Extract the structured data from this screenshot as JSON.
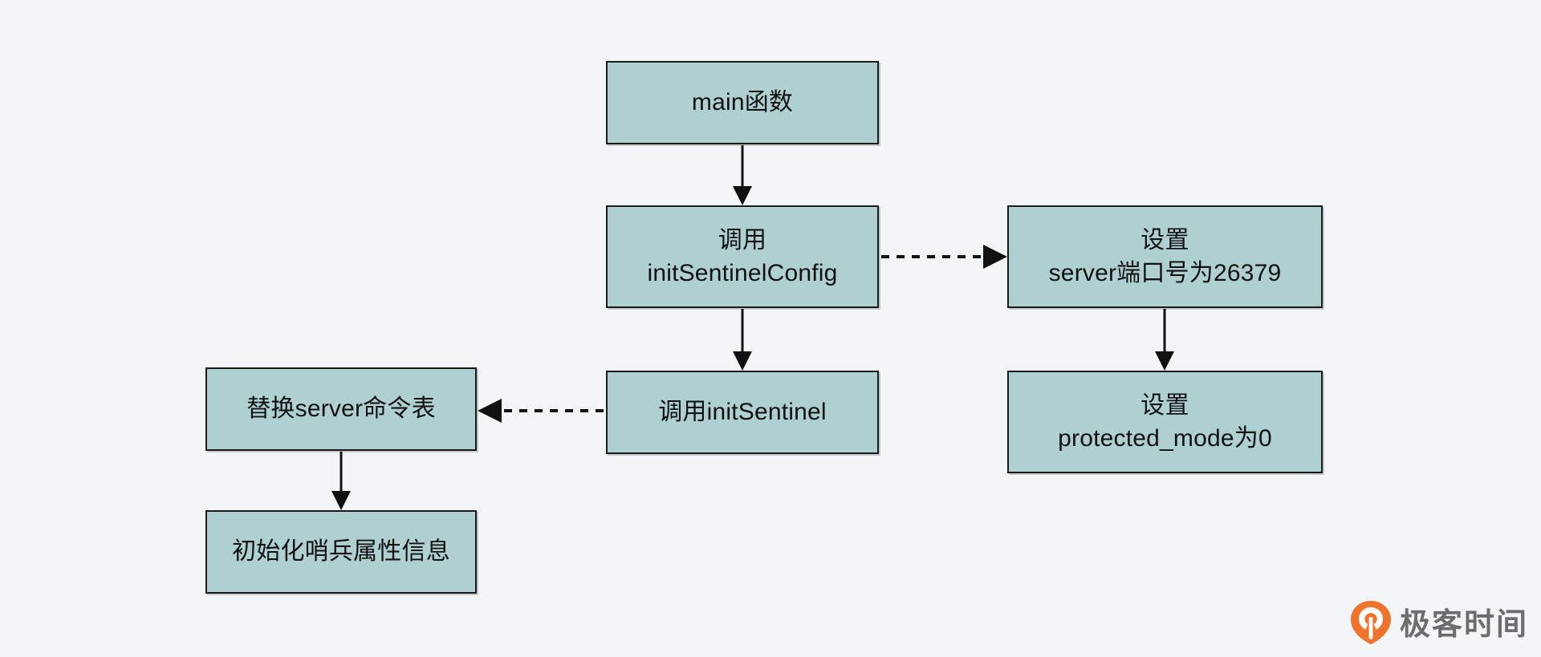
{
  "diagram": {
    "type": "flowchart",
    "background_color": "#f4f5f7",
    "node_fill_color": "#aed0d0",
    "node_border_color": "#1a1a1a",
    "nodes": [
      {
        "id": "main",
        "lines": [
          "main函数"
        ]
      },
      {
        "id": "init_config",
        "lines": [
          "调用",
          "initSentinelConfig"
        ]
      },
      {
        "id": "set_port",
        "lines": [
          "设置",
          "server端口号为26379"
        ]
      },
      {
        "id": "init_sentinel",
        "lines": [
          "调用initSentinel"
        ]
      },
      {
        "id": "set_protected",
        "lines": [
          "设置",
          "protected_mode为0"
        ]
      },
      {
        "id": "replace_cmd",
        "lines": [
          "替换server命令表"
        ]
      },
      {
        "id": "init_attrs",
        "lines": [
          "初始化哨兵属性信息"
        ]
      }
    ],
    "edges": [
      {
        "from": "main",
        "to": "init_config",
        "style": "solid",
        "direction": "down"
      },
      {
        "from": "init_config",
        "to": "set_port",
        "style": "dashed",
        "direction": "right"
      },
      {
        "from": "init_config",
        "to": "init_sentinel",
        "style": "solid",
        "direction": "down"
      },
      {
        "from": "set_port",
        "to": "set_protected",
        "style": "solid",
        "direction": "down"
      },
      {
        "from": "init_sentinel",
        "to": "replace_cmd",
        "style": "dashed",
        "direction": "left"
      },
      {
        "from": "replace_cmd",
        "to": "init_attrs",
        "style": "solid",
        "direction": "down"
      }
    ]
  },
  "watermark": {
    "text": "极客时间",
    "logo_icon": "geektime-pin-logo",
    "logo_color": "#ef6b23",
    "text_color": "#666666"
  }
}
